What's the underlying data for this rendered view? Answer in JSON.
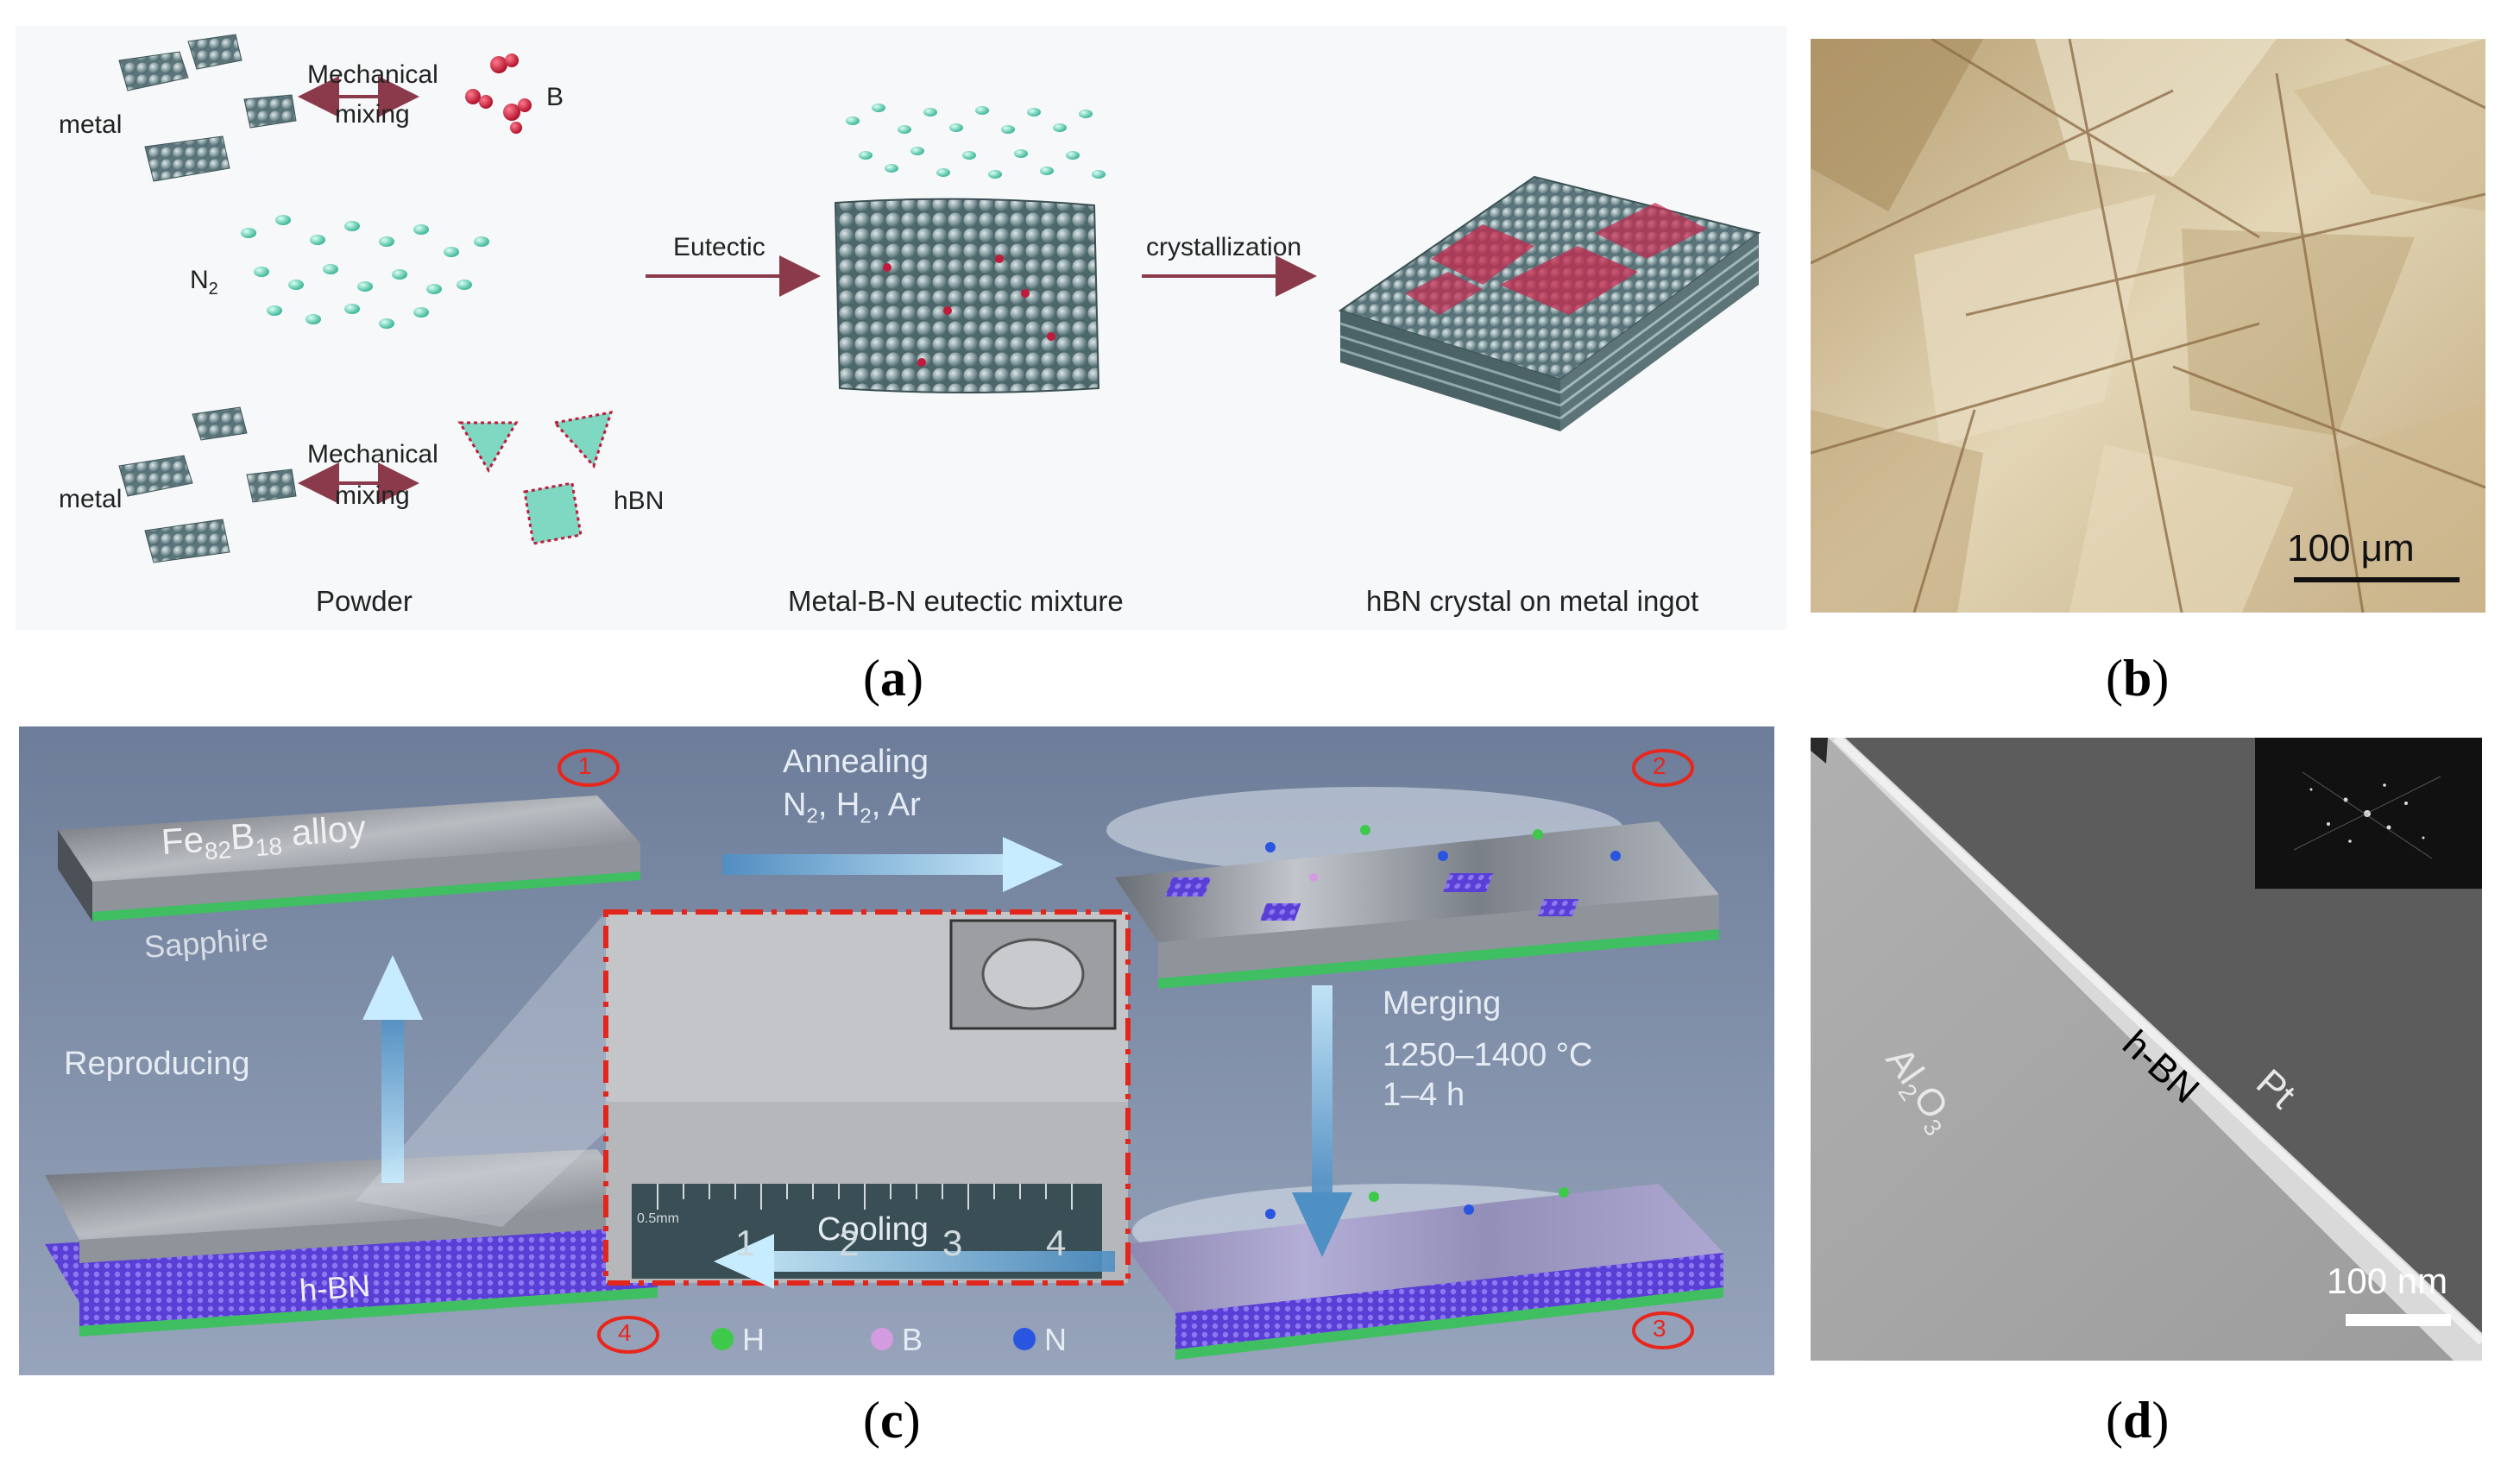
{
  "panel_a": {
    "label_metal_top": "metal",
    "label_mech_top_1": "Mechanical",
    "label_mech_top_2": "mixing",
    "label_B": "B",
    "label_N2_main": "N",
    "label_N2_sub": "2",
    "label_eutectic": "Eutectic",
    "label_crystallization": "crystallization",
    "label_metal_bottom": "metal",
    "label_mech_bottom_1": "Mechanical",
    "label_mech_bottom_2": "mixing",
    "label_hbn": "hBN",
    "caption_powder": "Powder",
    "caption_mixture": "Metal-B-N eutectic mixture",
    "caption_crystal": "hBN crystal on metal ingot"
  },
  "panel_b": {
    "scale_text": "100 μm"
  },
  "panel_c": {
    "badge_1": "1",
    "badge_2": "2",
    "badge_3": "3",
    "badge_4": "4",
    "alloy_main": "Fe",
    "alloy_sub1": "82",
    "alloy_mid": "B",
    "alloy_sub2": "18",
    "alloy_tail": " alloy",
    "sapphire": "Sapphire",
    "annealing": "Annealing",
    "gases_n": "N",
    "gases_n_sub": "2",
    "gases_h": ", H",
    "gases_h_sub": "2",
    "gases_ar": ", Ar",
    "merging": "Merging",
    "temperature": "1250–1400 °C",
    "duration": "1–4 h",
    "reproducing": "Reproducing",
    "cooling": "Cooling",
    "hbn_layer": "h-BN",
    "legend_h": "H",
    "legend_b": "B",
    "legend_n": "N",
    "ruler_ticks": [
      "1",
      "2",
      "3",
      "4"
    ],
    "ruler_unit": "0.5mm",
    "colors": {
      "badge": "#e8261c",
      "legend_h": "#3ec94a",
      "legend_b": "#d49be0",
      "legend_n": "#2a55e0",
      "background": "#7e8ea8"
    }
  },
  "panel_d": {
    "al2o3_a": "Al",
    "al2o3_sub1": "2",
    "al2o3_o": "O",
    "al2o3_sub2": "3",
    "hbn": "h-BN",
    "pt": "Pt",
    "scale_text": "100 nm"
  },
  "subfigure_labels": {
    "a": "a",
    "b": "b",
    "c": "c",
    "d": "d"
  }
}
